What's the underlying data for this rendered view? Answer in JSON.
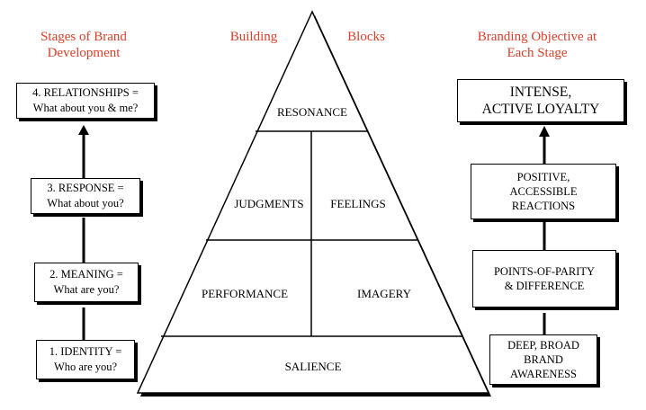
{
  "headers": {
    "stages": "Stages of Brand\nDevelopment",
    "building": "Building",
    "blocks": "Blocks",
    "objective": "Branding Objective at\nEach Stage"
  },
  "stages": [
    {
      "text": "4.  RELATIONSHIPS =\nWhat about you & me?"
    },
    {
      "text": "3.  RESPONSE =\nWhat about you?"
    },
    {
      "text": "2.  MEANING =\nWhat are you?"
    },
    {
      "text": "1.  IDENTITY =\nWho are you?"
    }
  ],
  "pyramid": {
    "resonance": "RESONANCE",
    "judgments": "JUDGMENTS",
    "feelings": "FEELINGS",
    "performance": "PERFORMANCE",
    "imagery": "IMAGERY",
    "salience": "SALIENCE"
  },
  "objectives": [
    {
      "text": "INTENSE,\nACTIVE LOYALTY"
    },
    {
      "text": "POSITIVE,\nACCESSIBLE\nREACTIONS"
    },
    {
      "text": "POINTS-OF-PARITY\n& DIFFERENCE"
    },
    {
      "text": "DEEP, BROAD\nBRAND\nAWARENESS"
    }
  ]
}
